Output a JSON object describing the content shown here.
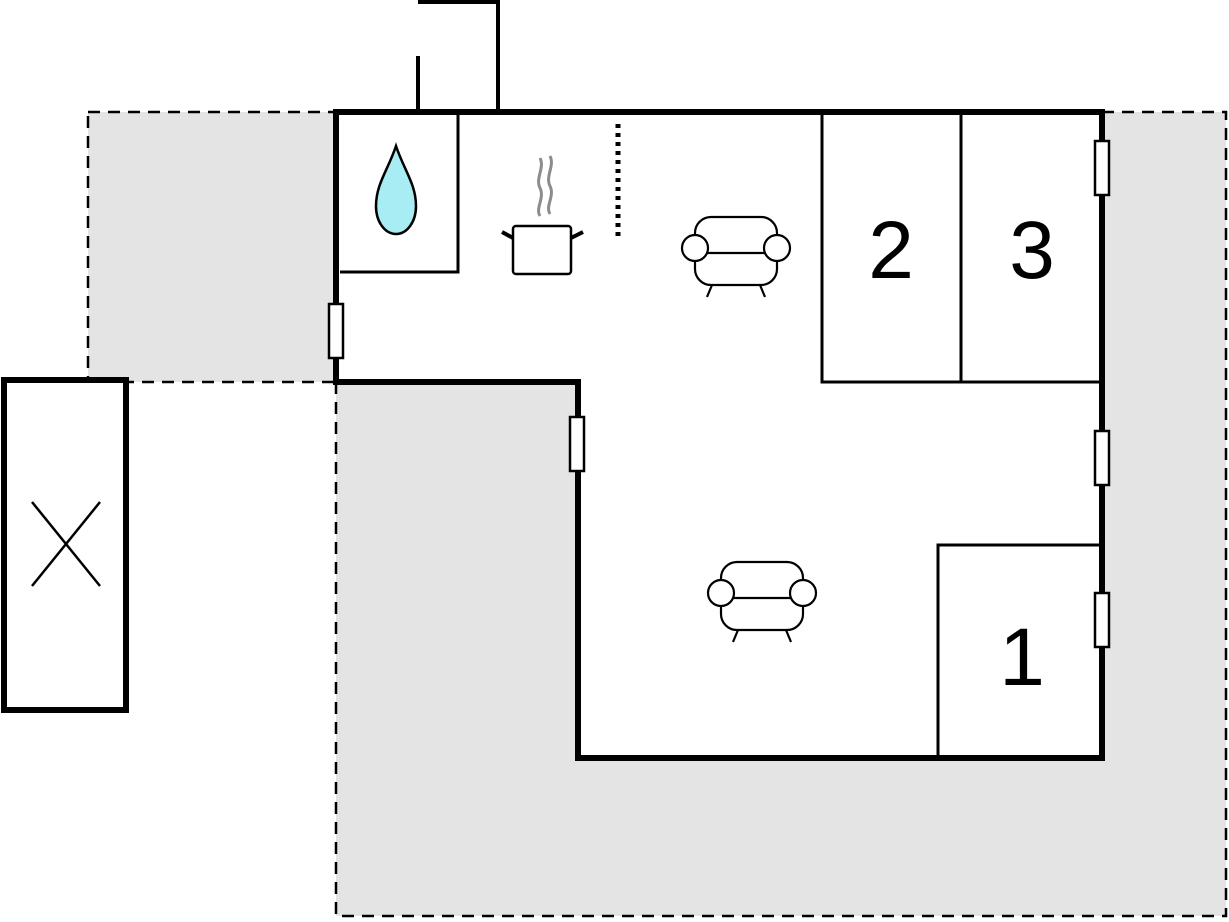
{
  "colors": {
    "background": "#ffffff",
    "terrace": "#e4e4e4",
    "wall": "#000000",
    "water": "#a8ecf4"
  },
  "rooms": [
    {
      "id": "bedroom-1",
      "label": "1"
    },
    {
      "id": "bedroom-2",
      "label": "2"
    },
    {
      "id": "bedroom-3",
      "label": "3"
    }
  ],
  "icons": [
    {
      "name": "water-drop-icon",
      "meaning": "bathroom"
    },
    {
      "name": "cooking-pot-icon",
      "meaning": "kitchen"
    },
    {
      "name": "armchair-icon",
      "meaning": "living-area"
    },
    {
      "name": "cross-icon",
      "meaning": "outbuilding"
    }
  ]
}
